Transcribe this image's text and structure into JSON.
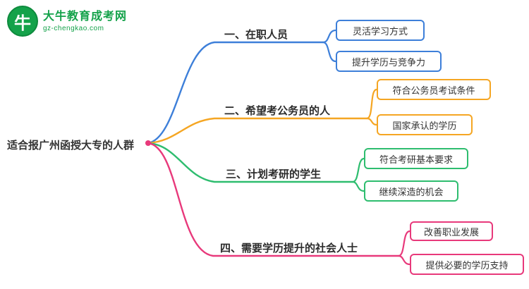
{
  "logo": {
    "title": "大牛教育成考网",
    "domain": "gz-chengkao.com",
    "icon_glyph": "牛"
  },
  "root": {
    "label": "适合报广州函授大专的人群"
  },
  "branches": [
    {
      "label": "一、在职人员",
      "color": "#3d7fd9",
      "children": [
        "灵活学习方式",
        "提升学历与竞争力"
      ]
    },
    {
      "label": "二、希望考公务员的人",
      "color": "#f5a623",
      "children": [
        "符合公务员考试条件",
        "国家承认的学历"
      ]
    },
    {
      "label": "三、计划考研的学生",
      "color": "#2ebd6f",
      "children": [
        "符合考研基本要求",
        "继续深造的机会"
      ]
    },
    {
      "label": "四、需要学历提升的社会人士",
      "color": "#e8397b",
      "children": [
        "改善职业发展",
        "提供必要的学历支持"
      ]
    }
  ],
  "colors": {
    "branch1_blue": "#3d7fd9",
    "branch2_orange": "#f5a623",
    "branch3_green": "#2ebd6f",
    "branch4_pink": "#e8397b",
    "logo_green": "#14a24a",
    "root_dot": "#e8397b"
  }
}
